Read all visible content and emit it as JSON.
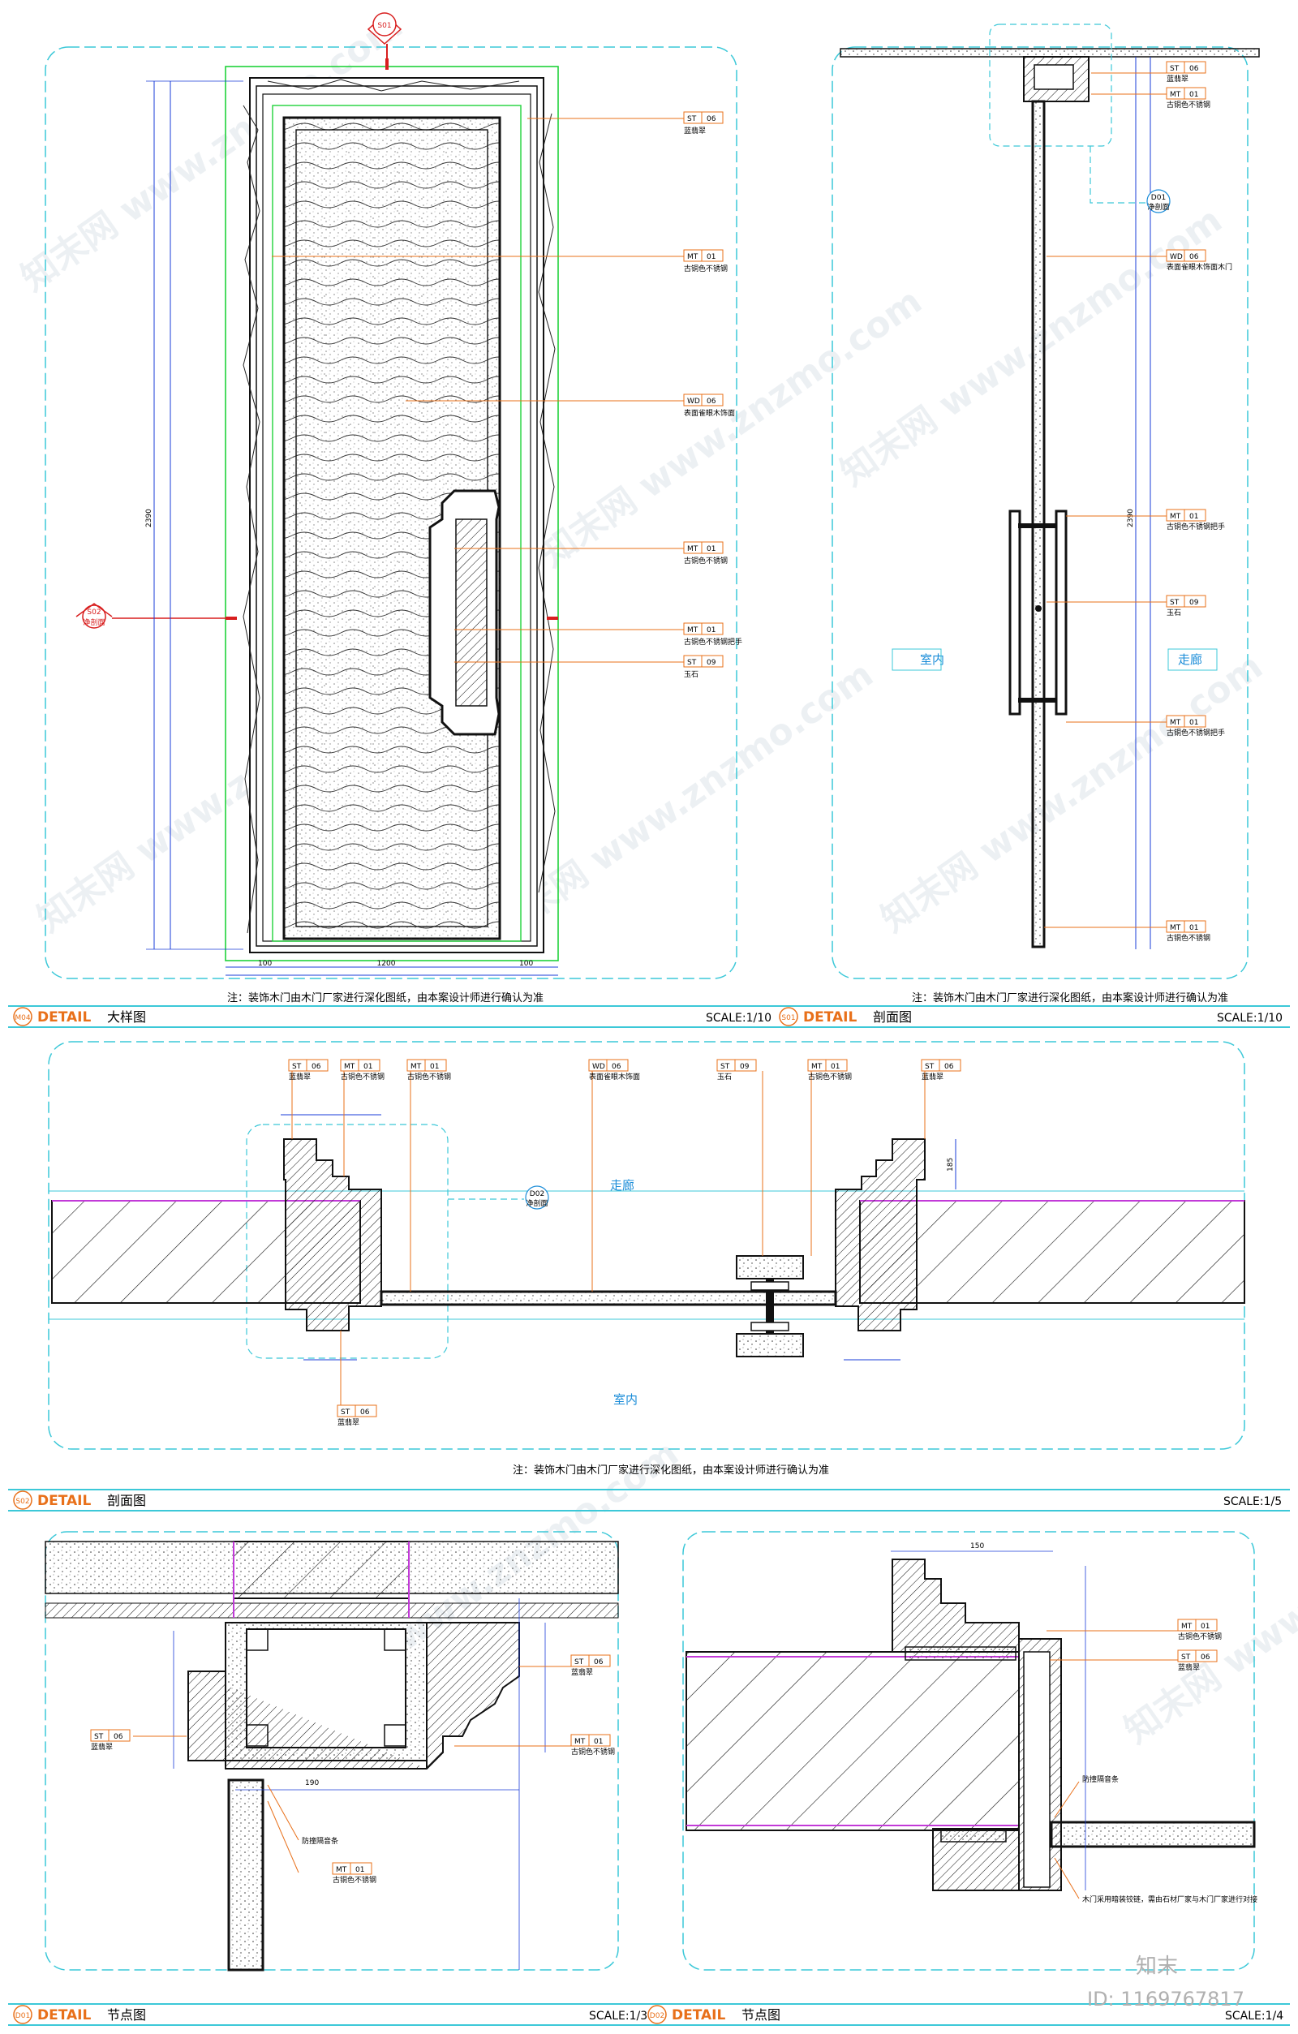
{
  "panels": {
    "m04": {
      "code": "M04",
      "title_en": "DETAIL",
      "title_cn": "大样图",
      "scale": "SCALE:1/10"
    },
    "s01": {
      "code": "S01",
      "title_en": "DETAIL",
      "title_cn": "剖面图",
      "scale": "SCALE:1/10"
    },
    "s02": {
      "code": "S02",
      "title_en": "DETAIL",
      "title_cn": "剖面图",
      "scale": "SCALE:1/5"
    },
    "d01": {
      "code": "D01",
      "title_en": "DETAIL",
      "title_cn": "节点图",
      "scale": "SCALE:1/3"
    },
    "d02": {
      "code": "D02",
      "title_en": "DETAIL",
      "title_cn": "节点图",
      "scale": "SCALE:1/4"
    }
  },
  "notes": {
    "door_note": "注：装饰木门由木门厂家进行深化图纸，由本案设计师进行确认为准"
  },
  "materials": {
    "st06": {
      "code": "ST",
      "num": "06",
      "name": "蓝翡翠"
    },
    "mt01": {
      "code": "MT",
      "num": "01",
      "name": "古铜色不锈钢"
    },
    "wd06": {
      "code": "WD",
      "num": "06",
      "name": "表面雀眼木饰面"
    },
    "wd06_door": {
      "code": "WD",
      "num": "06",
      "name": "表面雀眼木饰面木门"
    },
    "mt01_handle": {
      "code": "MT",
      "num": "01",
      "name": "古铜色不锈钢把手"
    },
    "st09": {
      "code": "ST",
      "num": "09",
      "name": "玉石"
    }
  },
  "zones": {
    "corridor": "走廊",
    "indoor": "室内"
  },
  "callouts": {
    "s01": "S01",
    "s02": "S02",
    "d01": "D01",
    "d02": "D02",
    "sub": "净剖面"
  },
  "dims": {
    "height": "2390",
    "width": "1200",
    "side_left": "100",
    "side_right": "100",
    "s01_height": "2390",
    "s02_depth": "185",
    "d_150": "150",
    "d_190": "190"
  },
  "node_notes": {
    "seal": "防撞隔音条",
    "hinge": "木门采用暗装铰链，需由石材厂家与木门厂家进行对接"
  },
  "branding": {
    "logo": "知末",
    "id": "ID: 1169767817",
    "watermark": "知末网 www.znzmo.com"
  }
}
